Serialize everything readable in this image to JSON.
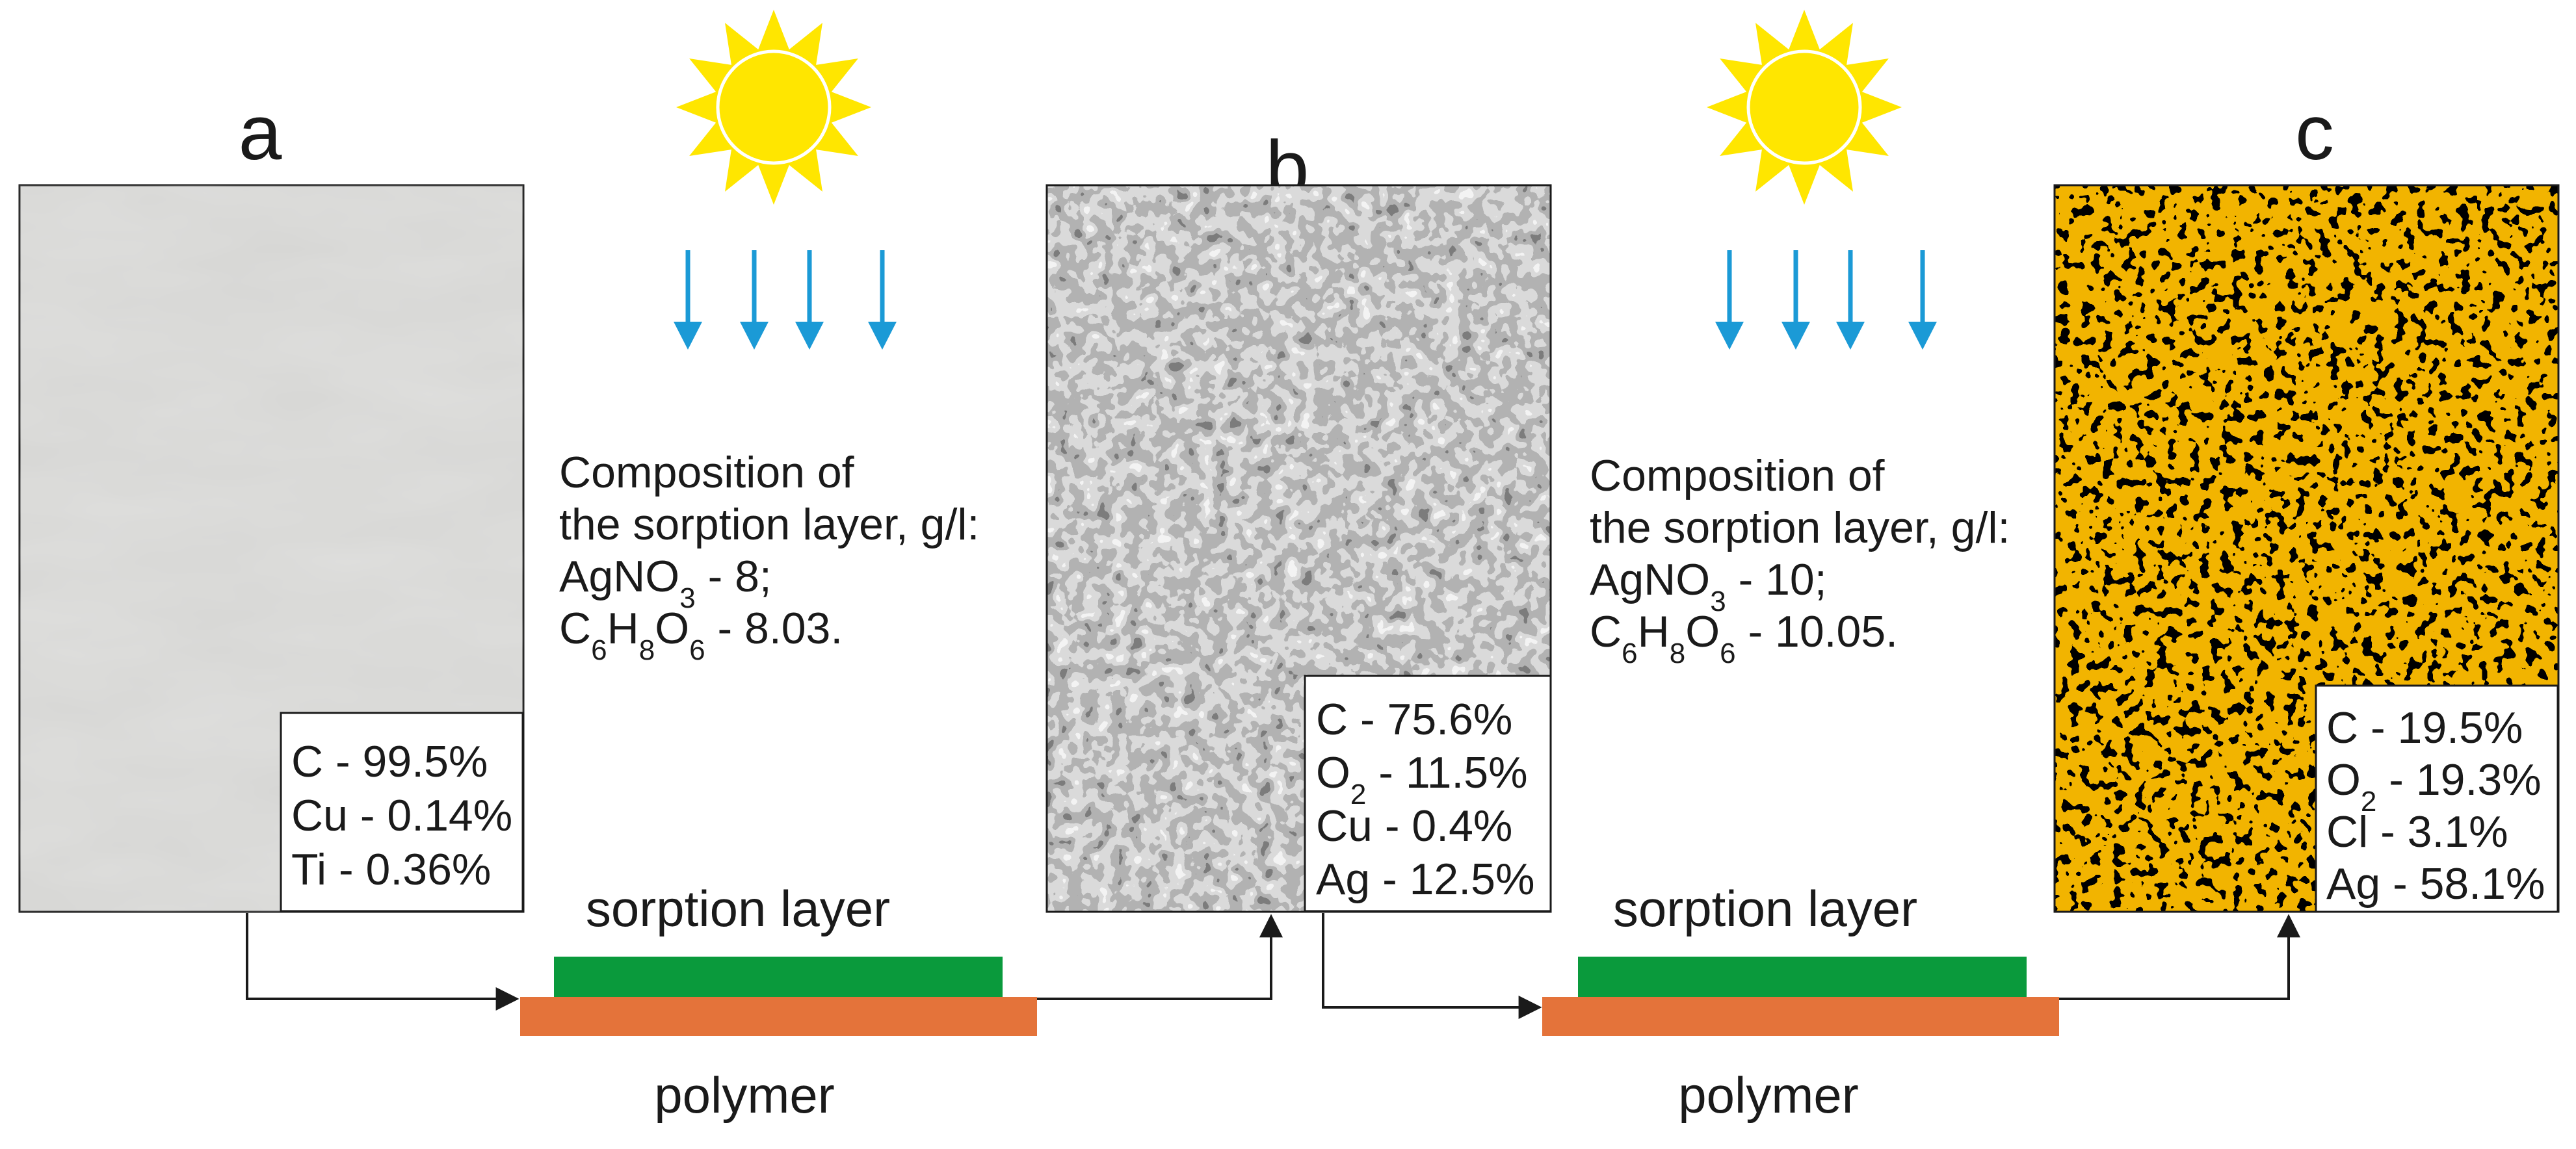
{
  "panels": [
    {
      "id": "a",
      "label": "a",
      "texture": "smooth-gray",
      "composition": [
        {
          "el": "C",
          "sub": "",
          "val": " - 99.5%"
        },
        {
          "el": "Cu",
          "sub": "",
          "val": " - 0.14%"
        },
        {
          "el": "Ti",
          "sub": "",
          "val": " - 0.36%"
        }
      ]
    },
    {
      "id": "b",
      "label": "b",
      "texture": "grayscale-granular",
      "composition": [
        {
          "el": "C",
          "sub": "",
          "val": " - 75.6%"
        },
        {
          "el": "O",
          "sub": "2",
          "val": " - 11.5%"
        },
        {
          "el": "Cu",
          "sub": "",
          "val": " - 0.4%"
        },
        {
          "el": "Ag",
          "sub": "",
          "val": " - 12.5%"
        }
      ]
    },
    {
      "id": "c",
      "label": "c",
      "texture": "yellow-black-map",
      "composition": [
        {
          "el": "C",
          "sub": "",
          "val": " - 19.5%"
        },
        {
          "el": "O",
          "sub": "2",
          "val": " - 19.3%"
        },
        {
          "el": "Cl",
          "sub": "",
          "val": " - 3.1%"
        },
        {
          "el": "Ag",
          "sub": "",
          "val": " - 58.1%"
        }
      ]
    }
  ],
  "steps": [
    {
      "composition_title_1": "Composition of",
      "composition_title_2": "the sorption layer, g/l:",
      "line1": [
        [
          "AgNO",
          ""
        ],
        [
          "3",
          "sub"
        ],
        [
          " - 8;",
          ""
        ]
      ],
      "line2": [
        [
          "C",
          ""
        ],
        [
          "6",
          "sub"
        ],
        [
          "H",
          ""
        ],
        [
          "8",
          "sub"
        ],
        [
          "O",
          ""
        ],
        [
          "6",
          "sub"
        ],
        [
          " - 8.03.",
          ""
        ]
      ],
      "sorption_label": "sorption layer",
      "polymer_label": "polymer"
    },
    {
      "composition_title_1": "Composition of",
      "composition_title_2": "the sorption layer, g/l:",
      "line1": [
        [
          "AgNO",
          ""
        ],
        [
          "3",
          "sub"
        ],
        [
          " - 10;",
          ""
        ]
      ],
      "line2": [
        [
          "C",
          ""
        ],
        [
          "6",
          "sub"
        ],
        [
          "H",
          ""
        ],
        [
          "8",
          "sub"
        ],
        [
          "O",
          ""
        ],
        [
          "6",
          "sub"
        ],
        [
          " - 10.05.",
          ""
        ]
      ],
      "sorption_label": "sorption layer",
      "polymer_label": "polymer"
    }
  ],
  "colors": {
    "sun": "#ffe600",
    "uv_arrow": "#1b9ad6",
    "sorption_layer": "#0a9a3c",
    "polymer": "#e4733a",
    "map_yellow": "#f2b400",
    "line": "#1a1a1a"
  },
  "icons": {
    "sun": "sun-icon",
    "uv_arrow": "arrow-down-icon",
    "flow_arrow": "arrow-icon"
  }
}
